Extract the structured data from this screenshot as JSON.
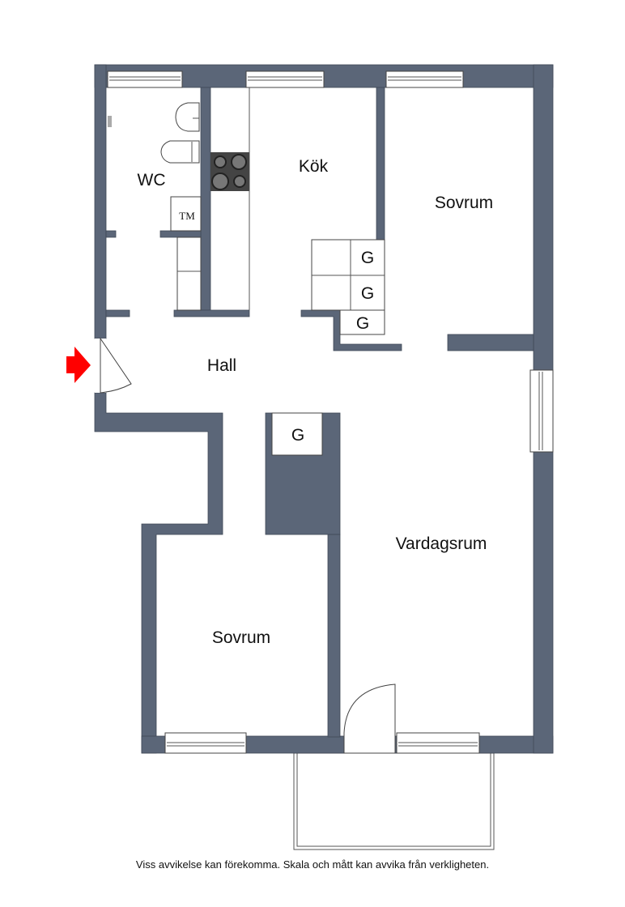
{
  "rooms": {
    "wc": "WC",
    "kitchen": "Kök",
    "bedroom_1": "Sovrum",
    "hall": "Hall",
    "living_room": "Vardagsrum",
    "bedroom_2": "Sovrum"
  },
  "fixtures": {
    "wardrobe_label": "G",
    "laundry_label": "TM"
  },
  "entrance_marker_color": "#ff0000",
  "footer": "Viss avvikelse kan förekomma. Skala och mått kan avvika från verkligheten."
}
